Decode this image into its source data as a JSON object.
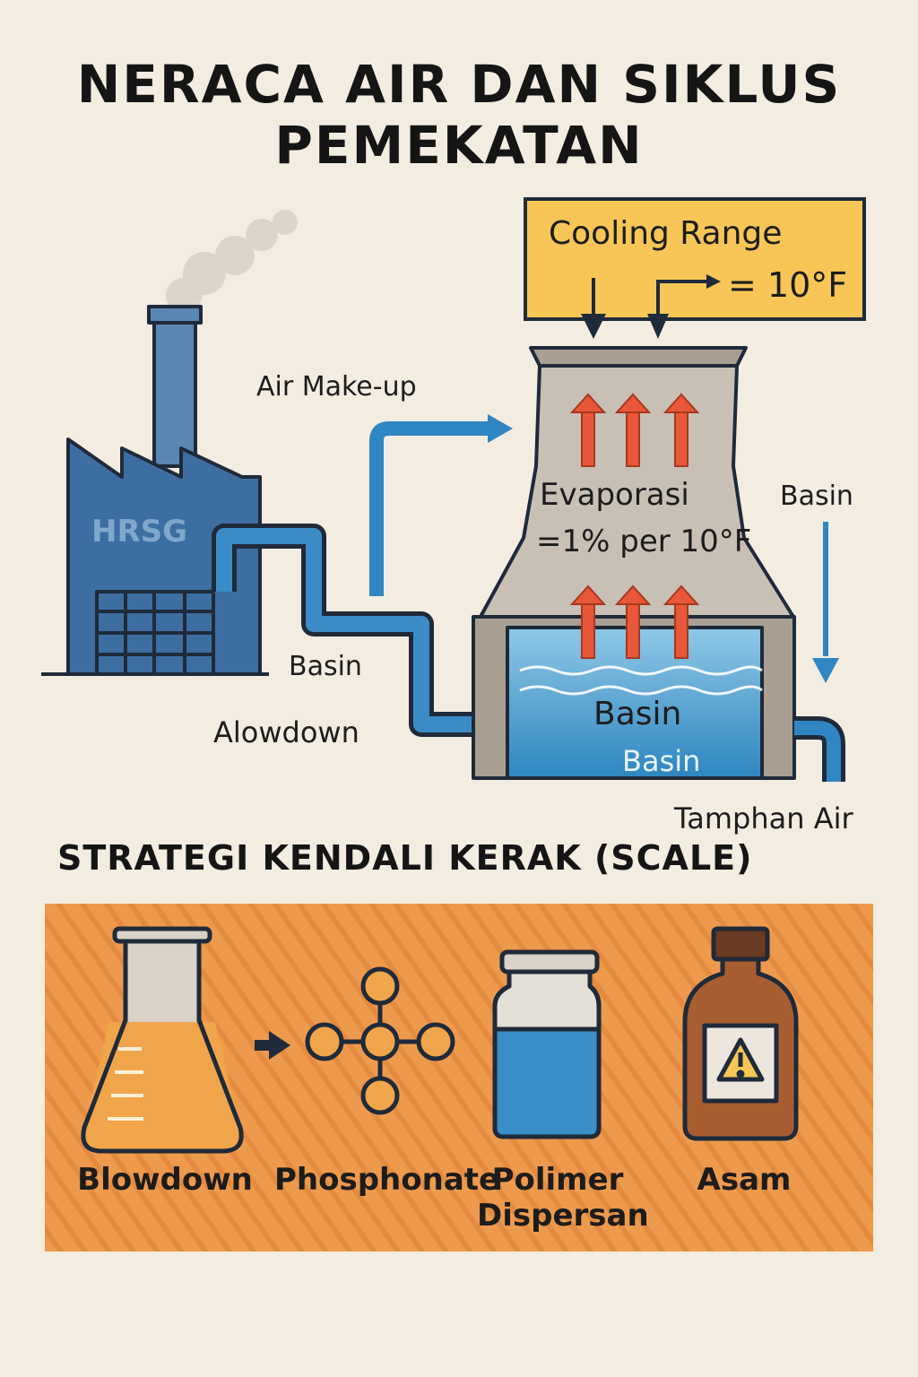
{
  "title": {
    "line1": "NERACA AIR DAN SIKLUS",
    "line2": "PEMEKATAN"
  },
  "plant": {
    "label": "HRSG"
  },
  "cooling_range": {
    "label": "Cooling Range",
    "value": "= 10°F"
  },
  "tower": {
    "evaporation_line1": "Evaporasi",
    "evaporation_line2": "=1% per 10°F",
    "basin_label": "Basin",
    "basin_sub_label": "Basin"
  },
  "flows": {
    "makeup": "Air Make-up",
    "basin_right": "Basin",
    "basin_left": "Basin",
    "blowdown": "Alowdown",
    "drain": "Tamphan Air"
  },
  "scale_control": {
    "title": "STRATEGI KENDALI KERAK (SCALE)",
    "items": [
      {
        "label": "Blowdown",
        "icon": "flask-icon"
      },
      {
        "label": "Phosphonate",
        "icon": "molecule-icon"
      },
      {
        "label_line1": "Polimer",
        "label_line2": "Dispersan",
        "icon": "jar-icon"
      },
      {
        "label": "Asam",
        "icon": "acid-bottle-icon"
      }
    ]
  },
  "colors": {
    "background": "#f3ece1",
    "water_blue": "#2f86c2",
    "factory_blue": "#3d6ea1",
    "tower_gray": "#bdb3a8",
    "heat_arrow": "#e8573a",
    "callout_yellow": "#f7c657",
    "panel_orange": "#ee9a4d"
  }
}
